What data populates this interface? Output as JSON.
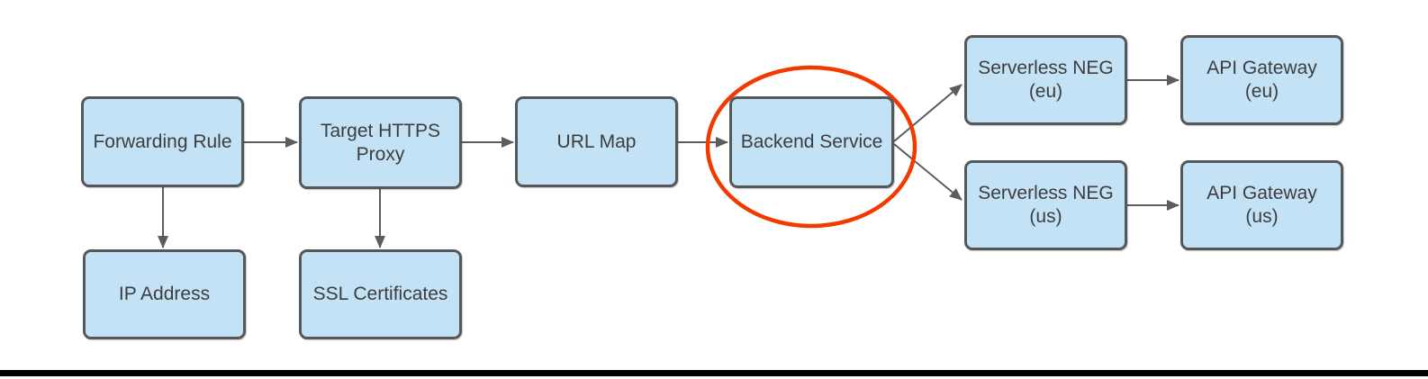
{
  "diagram": {
    "description": "Load balancer architecture flow diagram with the Backend Service node circled in red"
  },
  "style": {
    "background": "#FFFFFF",
    "node_fill": "#C3E2F6",
    "node_border": "#54585A",
    "node_text": "#3D3D3D",
    "arrow_color": "#5A5D5F",
    "highlight_color": "#F23A00",
    "bottom_rule_color": "#000000"
  },
  "nodes": {
    "forwarding_rule": {
      "label": "Forwarding Rule"
    },
    "target_https_proxy": {
      "label": "Target HTTPS\nProxy"
    },
    "url_map": {
      "label": "URL Map"
    },
    "backend_service": {
      "label": "Backend Service"
    },
    "serverless_neg_eu": {
      "label": "Serverless NEG\n(eu)"
    },
    "api_gateway_eu": {
      "label": "API Gateway\n(eu)"
    },
    "serverless_neg_us": {
      "label": "Serverless NEG\n(us)"
    },
    "api_gateway_us": {
      "label": "API Gateway\n(us)"
    },
    "ip_address": {
      "label": "IP Address"
    },
    "ssl_certificates": {
      "label": "SSL Certificates"
    }
  },
  "edges": [
    {
      "from": "Forwarding Rule",
      "to": "Target HTTPS Proxy"
    },
    {
      "from": "Target HTTPS Proxy",
      "to": "URL Map"
    },
    {
      "from": "URL Map",
      "to": "Backend Service"
    },
    {
      "from": "Backend Service",
      "to": "Serverless NEG (eu)"
    },
    {
      "from": "Backend Service",
      "to": "Serverless NEG (us)"
    },
    {
      "from": "Serverless NEG (eu)",
      "to": "API Gateway (eu)"
    },
    {
      "from": "Serverless NEG (us)",
      "to": "API Gateway (us)"
    },
    {
      "from": "Forwarding Rule",
      "to": "IP Address"
    },
    {
      "from": "Target HTTPS Proxy",
      "to": "SSL Certificates"
    }
  ],
  "annotation": {
    "shape": "ellipse",
    "around": "Backend Service",
    "color": "#F23A00"
  }
}
